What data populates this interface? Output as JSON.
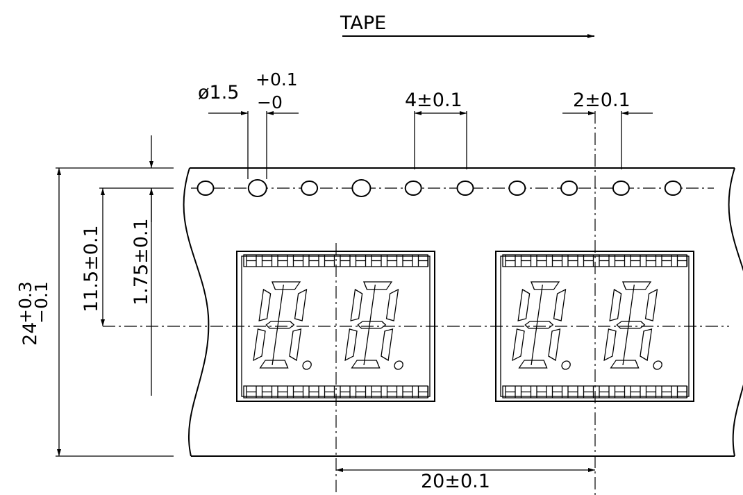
{
  "labels": {
    "tape": "TAPE",
    "hole_diameter": "ø1.5",
    "hole_tol_plus": "+0.1",
    "hole_tol_minus": "−0",
    "hole_pitch": "4±0.1",
    "hole_to_center": "2±0.1",
    "hole_row_offset": "1.75±0.1",
    "center_offset": "11.5±0.1",
    "tape_width": "24",
    "tape_width_tol_plus": "+0.3",
    "tape_width_tol_minus": "−0.1",
    "pocket_pitch": "20±0.1"
  },
  "sprocket_hole_count": 10,
  "display_units": 2,
  "digits_per_unit": 2
}
